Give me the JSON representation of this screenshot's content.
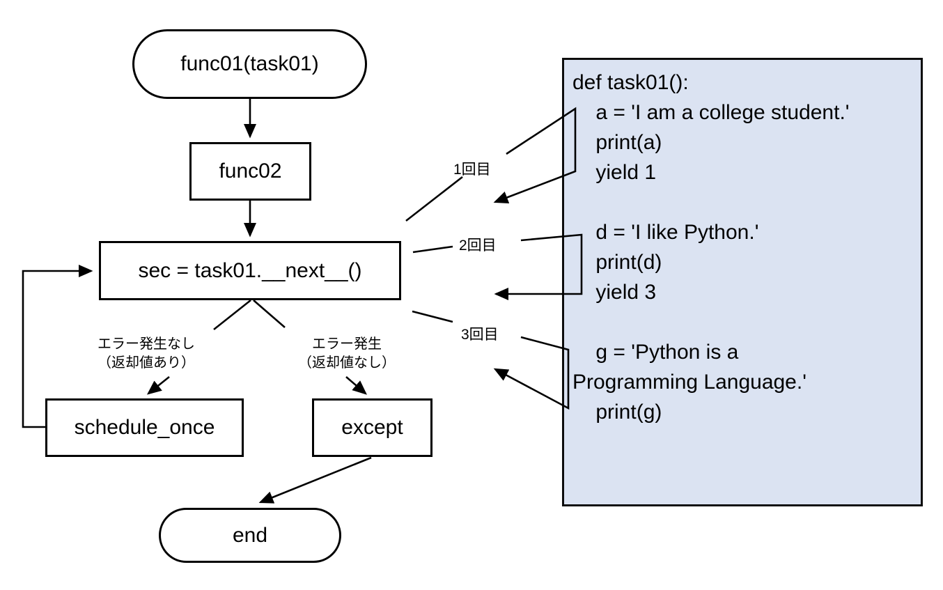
{
  "diagram": {
    "nodes": {
      "start": "func01(task01)",
      "func02": "func02",
      "next_call": "sec = task01.__next__()",
      "schedule_once": "schedule_once",
      "except": "except",
      "end": "end"
    },
    "branch_labels": {
      "no_error_line1": "エラー発生なし",
      "no_error_line2": "（返却値あり）",
      "error_line1": "エラー発生",
      "error_line2": "（返却値なし）"
    },
    "call_labels": {
      "first": "1回目",
      "second": "2回目",
      "third": "3回目"
    },
    "colors": {
      "stroke": "#000000",
      "node_fill": "#ffffff",
      "panel_fill": "#dbe3f2",
      "panel_border": "#0d0d0d"
    }
  },
  "code_panel": {
    "lines": [
      "def task01():",
      "    a = 'I am a college student.'",
      "    print(a)",
      "    yield 1",
      "",
      "    d = 'I like Python.'",
      "    print(d)",
      "    yield 3",
      "",
      "    g = 'Python is a",
      "Programming Language.'",
      "    print(g)"
    ]
  }
}
